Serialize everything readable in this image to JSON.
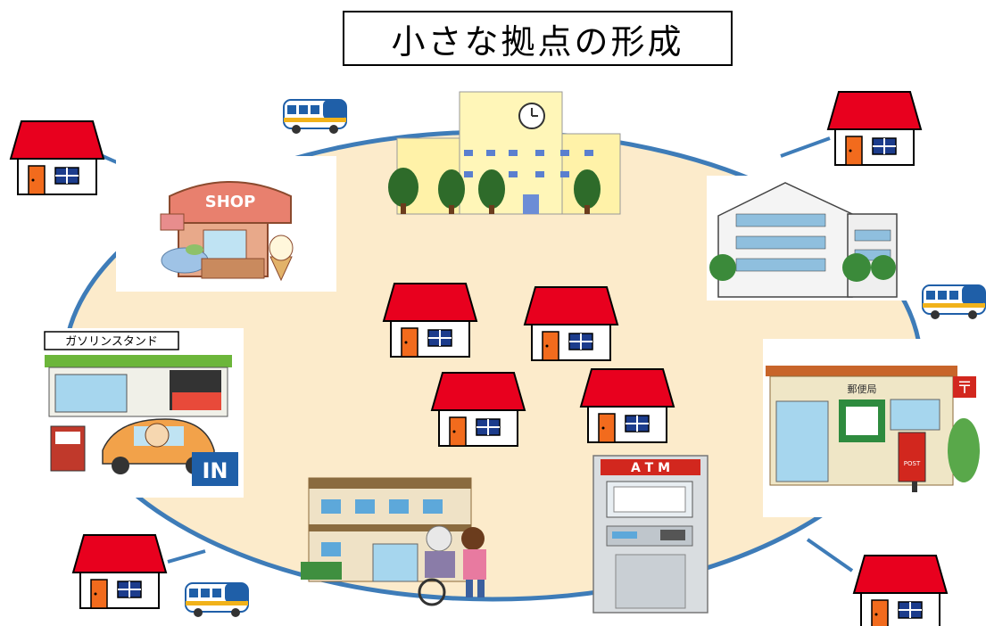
{
  "title": "小さな拠点の形成",
  "labels": {
    "shop_sign": "SHOP",
    "gas_station_sign": "ガソリンスタンド",
    "gas_in_sign": "IN",
    "post_office_sign": "郵便局",
    "post_mark": "〒",
    "post_box_text": "POST",
    "atm_sign": "A T M"
  },
  "colors": {
    "ring": "#3E7CB8",
    "ring_fill": "#FCEBCB",
    "roof": "#E8001E",
    "door": "#F26B1D",
    "window": "#1C3C8C",
    "bus": "#FFFFFF",
    "bus_stripe": "#F1B21A"
  }
}
